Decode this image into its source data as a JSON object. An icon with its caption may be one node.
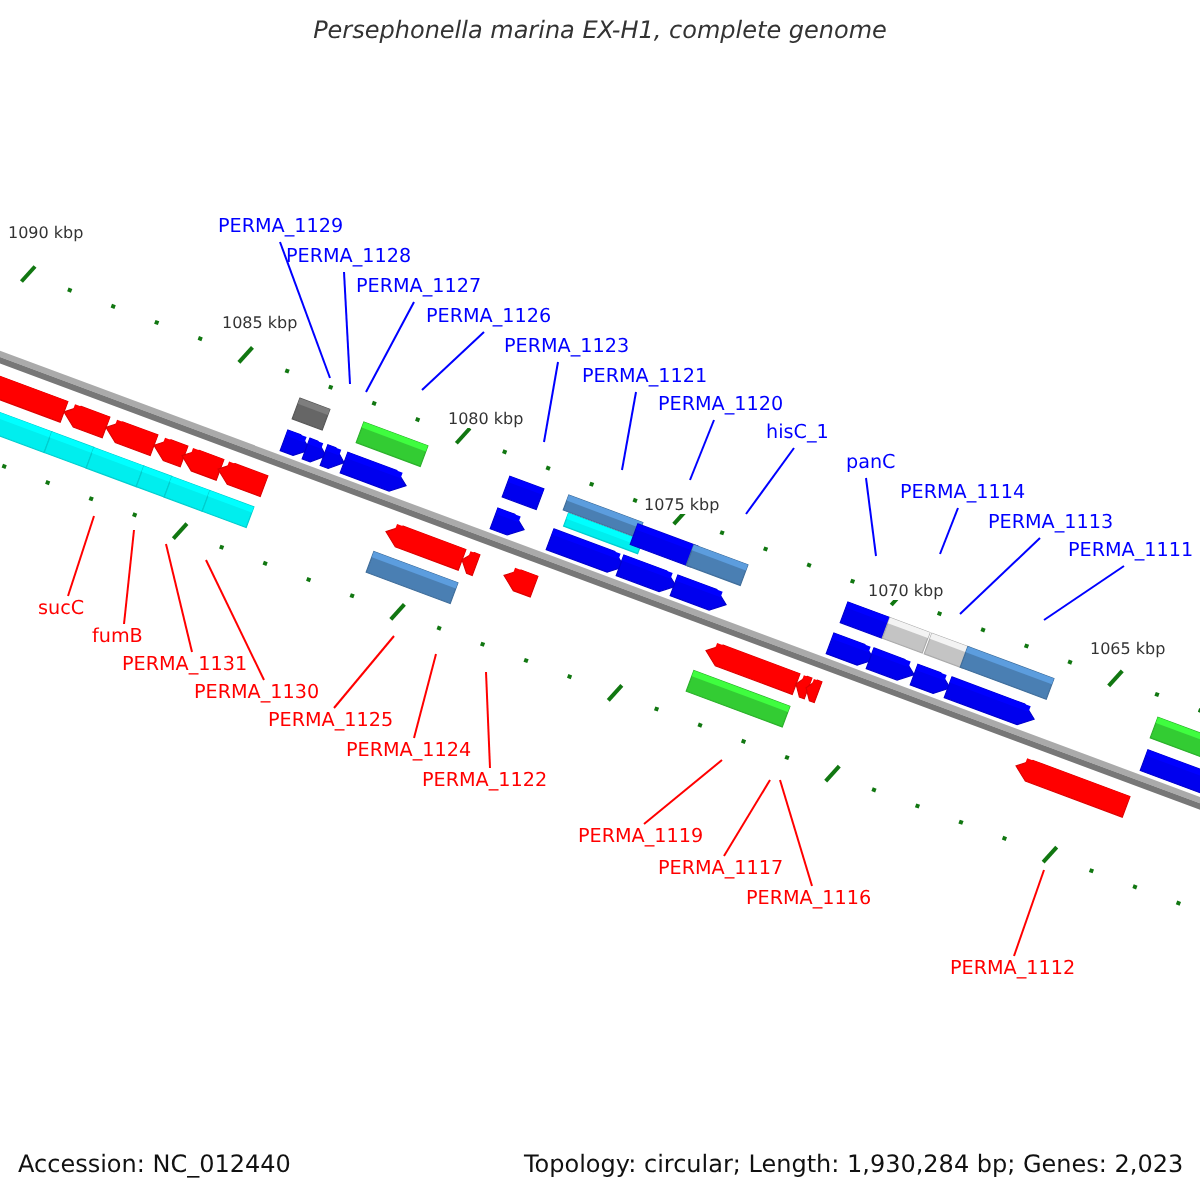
{
  "diagram": {
    "title": "Persephonella marina EX-H1, complete genome",
    "nodes": [
      {
        "text": [
          "PERMA_1129"
        ]
      },
      {
        "text": [
          "PERMA_1128"
        ]
      },
      {
        "text": [
          "PERMA_1127"
        ]
      },
      {
        "text": [
          "PERMA_1126"
        ]
      },
      {
        "text": [
          "PERMA_1123"
        ]
      },
      {
        "text": [
          "PERMA_1121"
        ]
      },
      {
        "text": [
          "PERMA_1120"
        ]
      },
      {
        "text": [
          "hisC_1"
        ]
      },
      {
        "text": [
          "panC"
        ]
      },
      {
        "text": [
          "PERMA_1114"
        ]
      },
      {
        "text": [
          "PERMA_1113"
        ]
      },
      {
        "text": [
          "PERMA_1111"
        ]
      },
      {
        "text": [
          "sucC"
        ]
      },
      {
        "text": [
          "fumB"
        ]
      },
      {
        "text": [
          "PERMA_1131"
        ]
      },
      {
        "text": [
          "PERMA_1130"
        ]
      },
      {
        "text": [
          "PERMA_1125"
        ]
      },
      {
        "text": [
          "PERMA_1124"
        ]
      },
      {
        "text": [
          "PERMA_1122"
        ]
      },
      {
        "text": [
          "PERMA_1119"
        ]
      },
      {
        "text": [
          "PERMA_1117"
        ]
      },
      {
        "text": [
          "PERMA_1116"
        ]
      },
      {
        "text": [
          "PERMA_1112"
        ]
      }
    ],
    "edges": [
      {
        "from": 0,
        "to": null,
        "arrow": "none"
      },
      {
        "from": 1,
        "to": null,
        "arrow": "none"
      },
      {
        "from": 2,
        "to": null,
        "arrow": "none"
      },
      {
        "from": 3,
        "to": null,
        "arrow": "none"
      },
      {
        "from": 4,
        "to": null,
        "arrow": "none"
      },
      {
        "from": 5,
        "to": null,
        "arrow": "none"
      },
      {
        "from": 6,
        "to": null,
        "arrow": "none"
      },
      {
        "from": 7,
        "to": null,
        "arrow": "none"
      },
      {
        "from": 8,
        "to": null,
        "arrow": "none"
      },
      {
        "from": 9,
        "to": null,
        "arrow": "none"
      },
      {
        "from": 10,
        "to": null,
        "arrow": "none"
      },
      {
        "from": 11,
        "to": null,
        "arrow": "none"
      },
      {
        "from": 12,
        "to": null,
        "arrow": "none",
        "color": "#ff0000"
      },
      {
        "from": 13,
        "to": null,
        "arrow": "none",
        "color": "#ff0000"
      },
      {
        "from": 14,
        "to": null,
        "arrow": "none",
        "color": "#ff0000"
      },
      {
        "from": 15,
        "to": null,
        "arrow": "none",
        "color": "#ff0000"
      },
      {
        "from": 16,
        "to": null,
        "arrow": "none",
        "color": "#ff0000"
      },
      {
        "from": 17,
        "to": null,
        "arrow": "none",
        "color": "#ff0000"
      },
      {
        "from": 18,
        "to": null,
        "arrow": "none",
        "color": "#ff0000"
      },
      {
        "from": 19,
        "to": null,
        "arrow": "none",
        "color": "#ff0000"
      },
      {
        "from": 20,
        "to": null,
        "arrow": "none",
        "color": "#ff0000"
      },
      {
        "from": 21,
        "to": null,
        "arrow": "none",
        "color": "#ff0000"
      },
      {
        "from": 22,
        "to": null,
        "arrow": "none",
        "color": "#ff0000"
      }
    ],
    "labels": [
      "1090 kbp",
      "1085 kbp",
      "1080 kbp",
      "1075 kbp",
      "1070 kbp",
      "1065 kbp",
      "Accession: NC_012440",
      "Topology: circular; Length: 1,930,284 bp; Genes: 2,023"
    ]
  }
}
